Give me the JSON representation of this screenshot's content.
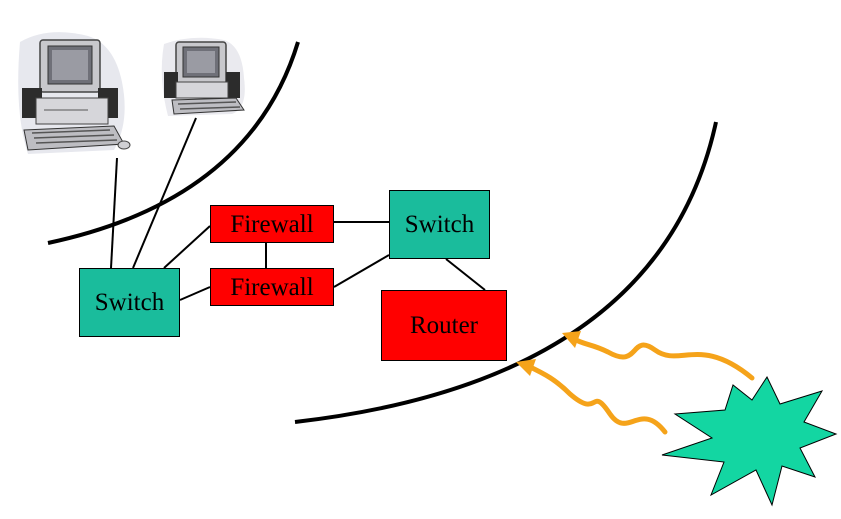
{
  "diagram": {
    "colors": {
      "switch_fill": "#1abc9c",
      "firewall_fill": "#ff0000",
      "router_fill": "#ff0000",
      "arrow": "#f5a31a",
      "attacker_fill": "#13d6a2",
      "line": "#000000"
    },
    "nodes": {
      "switch_left": {
        "label": "Switch"
      },
      "switch_right": {
        "label": "Switch"
      },
      "firewall_top": {
        "label": "Firewall"
      },
      "firewall_bottom": {
        "label": "Firewall"
      },
      "router": {
        "label": "Router"
      }
    },
    "icons": {
      "computer_left": "desktop-computer-icon",
      "computer_right": "desktop-computer-icon",
      "attacker": "starburst-icon"
    }
  }
}
